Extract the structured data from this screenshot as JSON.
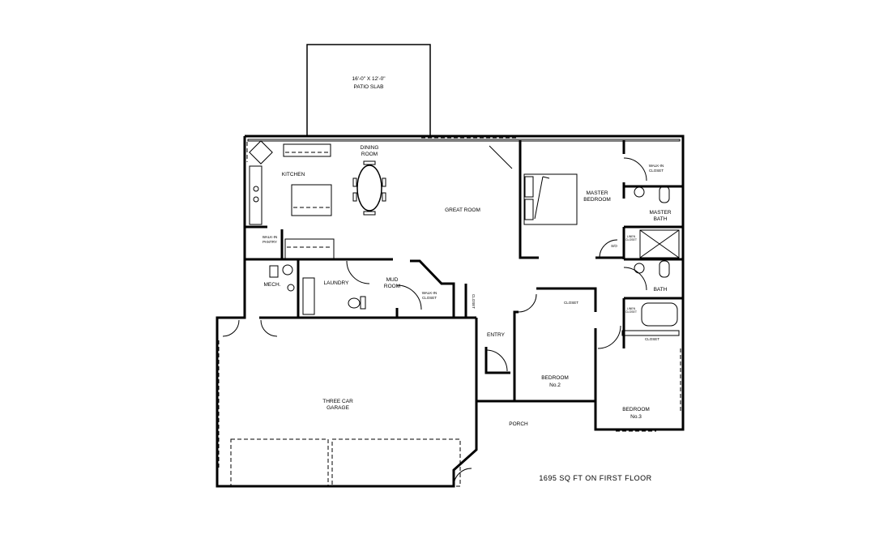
{
  "plan": {
    "patio": {
      "line1": "16'-0\" X 12'-0\"",
      "line2": "PATIO SLAB"
    },
    "rooms": {
      "dining": [
        "DINING",
        "ROOM"
      ],
      "kitchen": "KITCHEN",
      "great_room": "GREAT ROOM",
      "master_bedroom": [
        "MASTER",
        "BEDROOM"
      ],
      "master_bath": [
        "MASTER",
        "BATH"
      ],
      "master_closet": [
        "WALK-IN",
        "CLOSET"
      ],
      "pantry": [
        "WALK-IN",
        "PANTRY"
      ],
      "mech": "MECH.",
      "laundry": "LAUNDRY",
      "mud_room": [
        "MUD",
        "ROOM"
      ],
      "walkin_closet": [
        "WALK-IN",
        "CLOSET"
      ],
      "closet_entry": "CLOSET",
      "so": "S/O",
      "linen1": [
        "LINEN",
        "CLOSET"
      ],
      "linen2": [
        "LINEN",
        "CLOSET"
      ],
      "bath": "BATH",
      "entry": "ENTRY",
      "closet_bed2": "CLOSET",
      "closet_bed3": "CLOSET",
      "bedroom2": [
        "BEDROOM",
        "No.2"
      ],
      "bedroom3": [
        "BEDROOM",
        "No.3"
      ],
      "porch": "PORCH",
      "garage": [
        "THREE CAR",
        "GARAGE"
      ]
    },
    "area_note": "1695 SQ FT ON FIRST FLOOR"
  }
}
